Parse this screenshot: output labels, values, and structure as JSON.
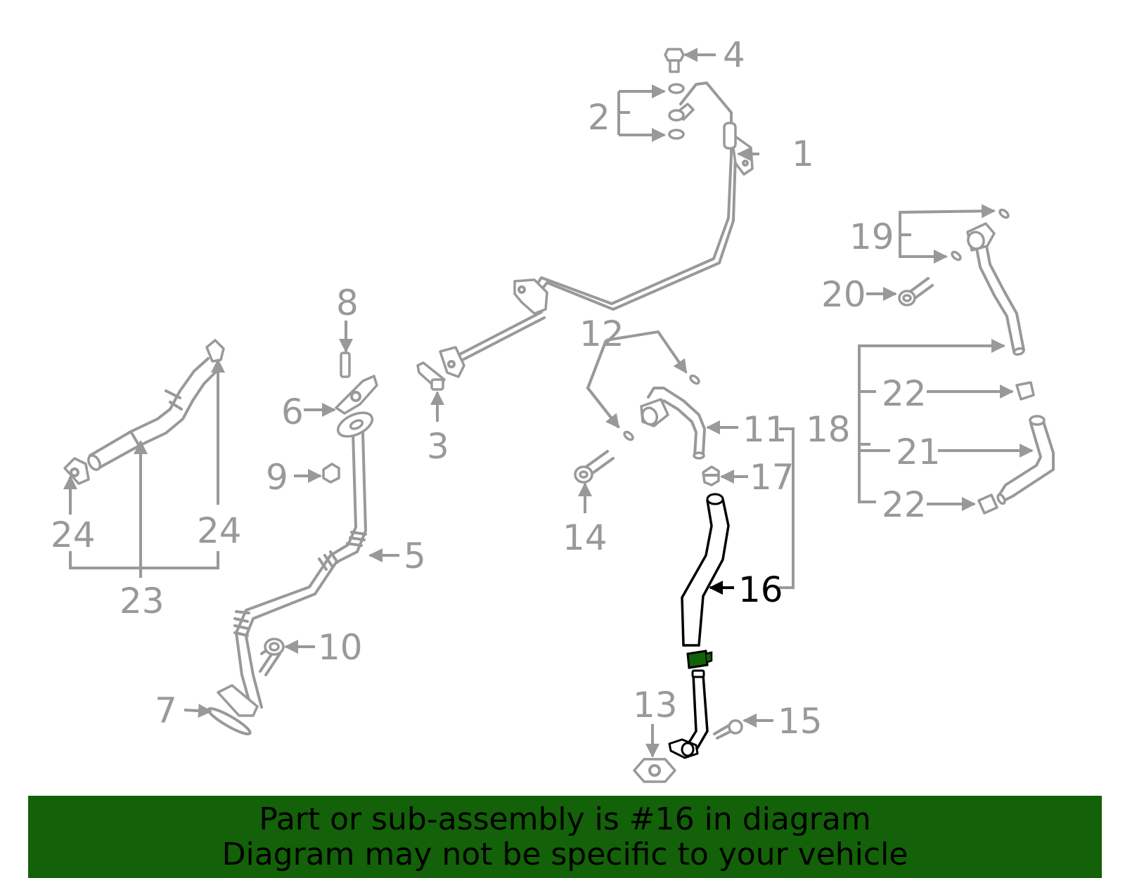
{
  "colors": {
    "part_line": "#999999",
    "highlight": "#000000",
    "highlight_fill": "#136108",
    "banner_bg": "#136108",
    "banner_text": "#000000"
  },
  "callouts": [
    "1",
    "2",
    "3",
    "4",
    "5",
    "6",
    "7",
    "8",
    "9",
    "10",
    "11",
    "12",
    "13",
    "14",
    "15",
    "16",
    "17",
    "18",
    "19",
    "20",
    "21",
    "22",
    "22",
    "23",
    "24",
    "24"
  ],
  "highlighted_part": "16",
  "banner": {
    "line1": "Part or sub-assembly is #16 in diagram",
    "line2": "Diagram may not be specific to your vehicle"
  }
}
